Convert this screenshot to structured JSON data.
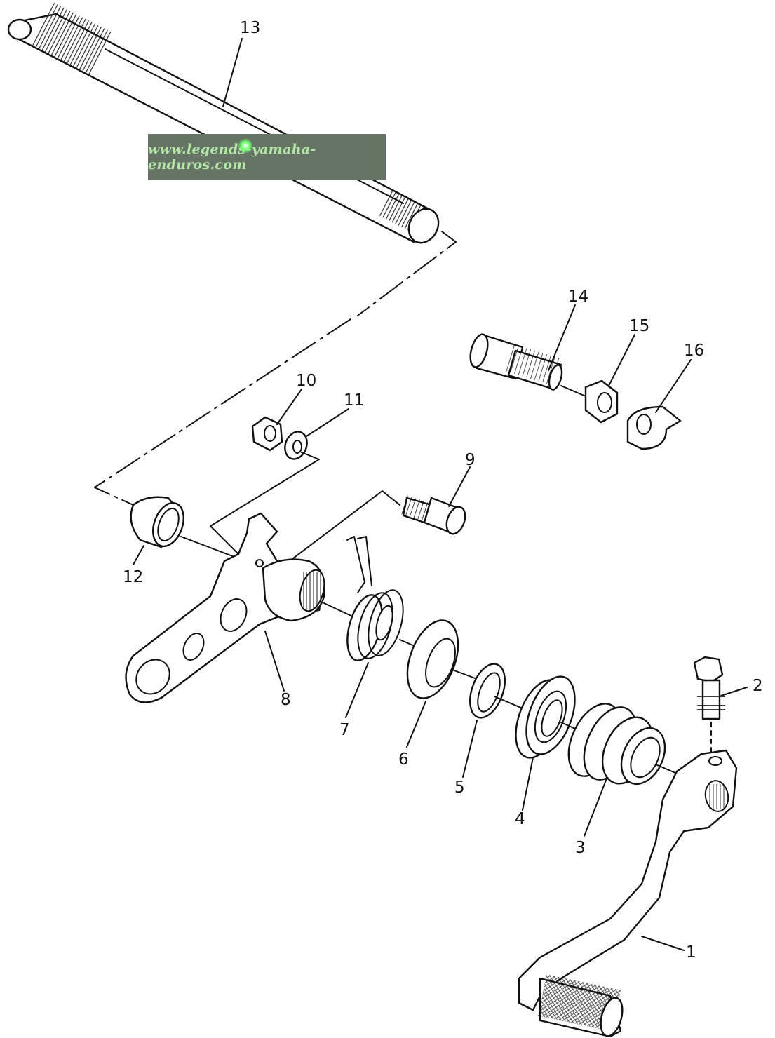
{
  "watermark": {
    "text": "www.legends-yamaha-enduros.com"
  },
  "callouts": {
    "c1": "1",
    "c2": "2",
    "c3": "3",
    "c4": "4",
    "c5": "5",
    "c6": "6",
    "c7": "7",
    "c8": "8",
    "c9": "9",
    "c10": "10",
    "c11": "11",
    "c12": "12",
    "c13": "13",
    "c14": "14",
    "c15": "15",
    "c16": "16"
  }
}
